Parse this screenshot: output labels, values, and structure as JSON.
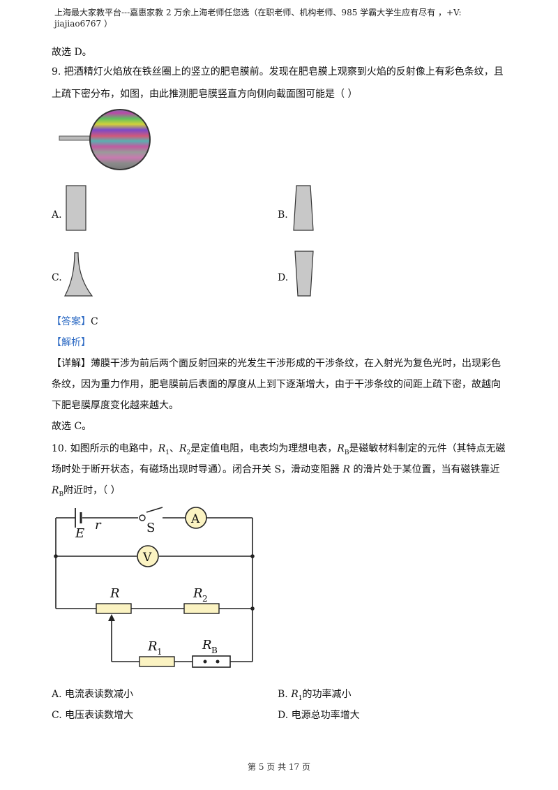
{
  "header": {
    "line1": "上海最大家教平台---嘉惠家教    2 万余上海老师任您选（在职老师、机构老师、985 学霸大学生应有尽有  ，+V:",
    "line2": "jiajiao6767 ）"
  },
  "prev_answer": "故选 D。",
  "q9": {
    "text1": "9.  把酒精灯火焰放在铁丝圈上的竖立的肥皂膜前。发现在肥皂膜上观察到火焰的反射像上有彩色条纹，且",
    "text2": "上疏下密分布，如图，由此推测肥皂膜竖直方向侧向截面图可能是（        ）",
    "options": {
      "A": "A.",
      "B": "B.",
      "C": "C.",
      "D": "D."
    },
    "answer_tag": "【答案】",
    "answer": "C",
    "analysis_tag": "【解析】",
    "detail_tag": "【详解】",
    "detail1": "薄膜干涉为前后两个面反射回来的光发生干涉形成的干涉条纹，在入射光为复色光时，出现彩色",
    "detail2": "条纹，因为重力作用，肥皂膜前后表面的厚度从上到下逐渐增大，由于干涉条纹的间距上疏下密，故越向",
    "detail3": "下肥皂膜厚度变化越来越大。",
    "conclusion": "故选 C。"
  },
  "q10": {
    "num": "10.",
    "t1a": "如图所示的电路中，",
    "R1": "R",
    "s1": "1",
    "sep": "、",
    "R2": "R",
    "s2": "2",
    "t1b": "是定值电阻，电表均为理想电表，",
    "RB": "R",
    "sB": "B",
    "t1c": "是磁敏材料制定的元件（其特点无磁",
    "line2a": "场时处于断开状态，有磁场出现时导通）。闭合开关 S，滑动变阻器 ",
    "Rv": "R",
    "line2b": " 的滑片处于某位置，当有磁铁靠近",
    "line3a": "R",
    "line3s": "B",
    "line3b": "附近时，（        ）",
    "circuit_labels": {
      "E": "E",
      "r": "r",
      "S": "S",
      "A": "A",
      "V": "V",
      "R": "R",
      "R2": "R",
      "R2sub": "2",
      "R1": "R",
      "R1sub": "1",
      "RB": "R",
      "RBsub": "B"
    },
    "optA": "A.  电流表读数减小",
    "optB_pre": "B. ",
    "optB_R": "R",
    "optB_s": "1",
    "optB_post": "的功率减小",
    "optC": "C.  电压表读数增大",
    "optD": "D.  电源总功率增大"
  },
  "footer": "第 5 页 共 17 页"
}
